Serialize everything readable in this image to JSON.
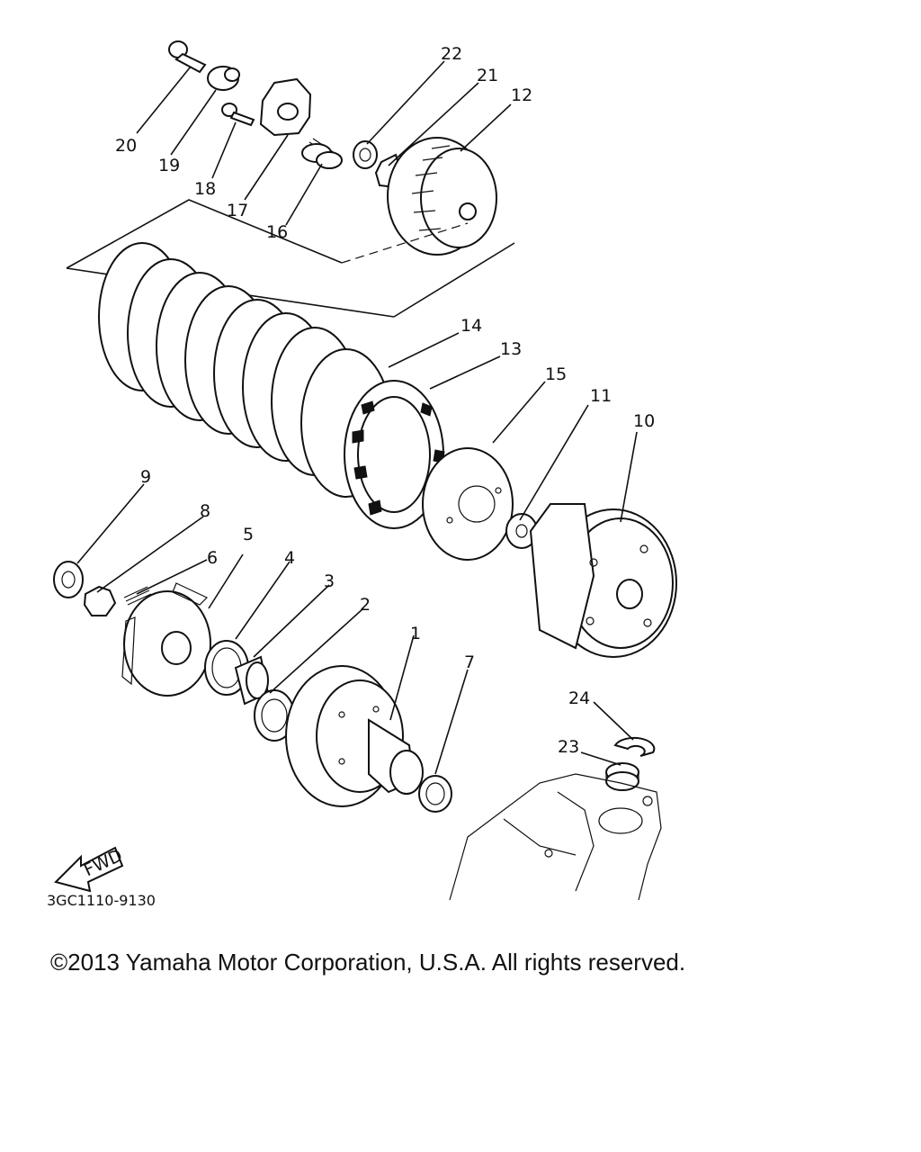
{
  "diagram": {
    "drawing_code": "3GC1110-9130",
    "fwd_label": "FWD",
    "callouts": [
      {
        "id": "1",
        "label": "1"
      },
      {
        "id": "2",
        "label": "2"
      },
      {
        "id": "3",
        "label": "3"
      },
      {
        "id": "4",
        "label": "4"
      },
      {
        "id": "5",
        "label": "5"
      },
      {
        "id": "6",
        "label": "6"
      },
      {
        "id": "7",
        "label": "7"
      },
      {
        "id": "8",
        "label": "8"
      },
      {
        "id": "9",
        "label": "9"
      },
      {
        "id": "10",
        "label": "10"
      },
      {
        "id": "11",
        "label": "11"
      },
      {
        "id": "12",
        "label": "12"
      },
      {
        "id": "13",
        "label": "13"
      },
      {
        "id": "14",
        "label": "14"
      },
      {
        "id": "15",
        "label": "15"
      },
      {
        "id": "16",
        "label": "16"
      },
      {
        "id": "17",
        "label": "17"
      },
      {
        "id": "18",
        "label": "18"
      },
      {
        "id": "19",
        "label": "19"
      },
      {
        "id": "20",
        "label": "20"
      },
      {
        "id": "21",
        "label": "21"
      },
      {
        "id": "22",
        "label": "22"
      },
      {
        "id": "23",
        "label": "23"
      },
      {
        "id": "24",
        "label": "24"
      }
    ]
  },
  "footer": {
    "copyright": "©2013 Yamaha Motor Corporation, U.S.A. All rights reserved."
  }
}
